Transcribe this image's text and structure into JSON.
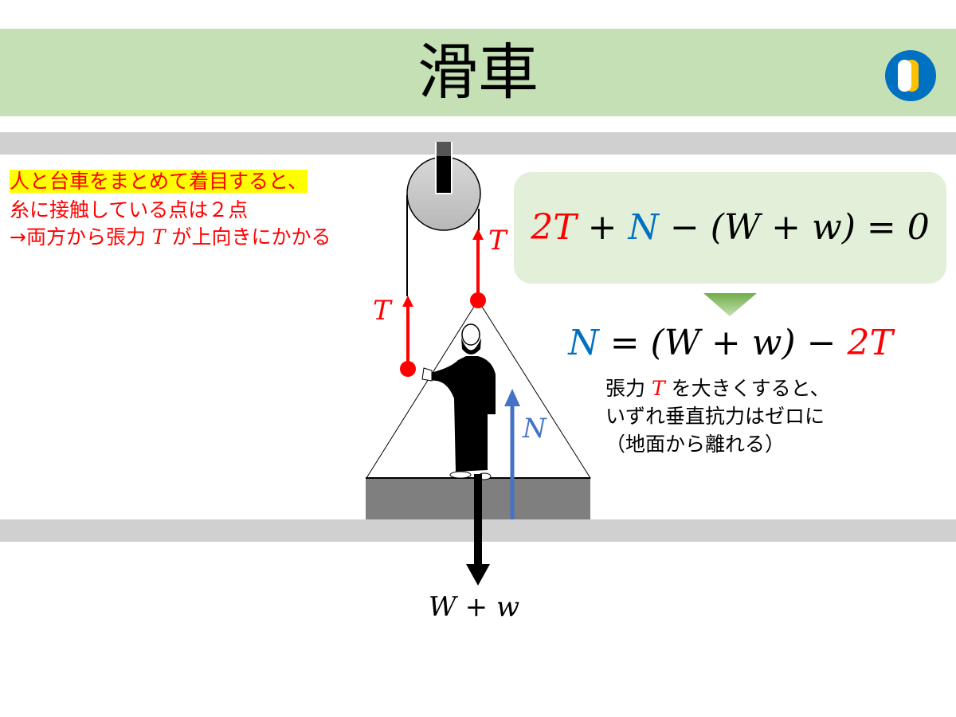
{
  "header": {
    "title": "滑車",
    "logo_icon": "logo-circle-icon"
  },
  "left_note": {
    "line1": "人と台車をまとめて着目すると、",
    "line2": "糸に接触している点は２点",
    "line3_pre": "→両方から張力",
    "line3_var": "T",
    "line3_post": "が上向きにかかる"
  },
  "diagram": {
    "tension_label_left": "T",
    "tension_label_right": "T",
    "normal_label": "N",
    "weight_label": "W + w"
  },
  "equation1": {
    "p1": "2T",
    "p2": " + ",
    "p3": "N",
    "p4": " − (W + w) = 0"
  },
  "equation2": {
    "p1": "N",
    "p2": " = (W + w) − ",
    "p3": "2T"
  },
  "conclusion": {
    "line1_pre": "張力",
    "line1_var": "T",
    "line1_post": "を大きくすると、",
    "line2": "いずれ垂直抗力はゼロに",
    "line3": "（地面から離れる）"
  },
  "colors": {
    "title_bg": "#c5e0b4",
    "box_bg": "#e2efd9",
    "tension": "#ff0000",
    "normal": "#4472c4",
    "text_blue": "#0070c0"
  }
}
